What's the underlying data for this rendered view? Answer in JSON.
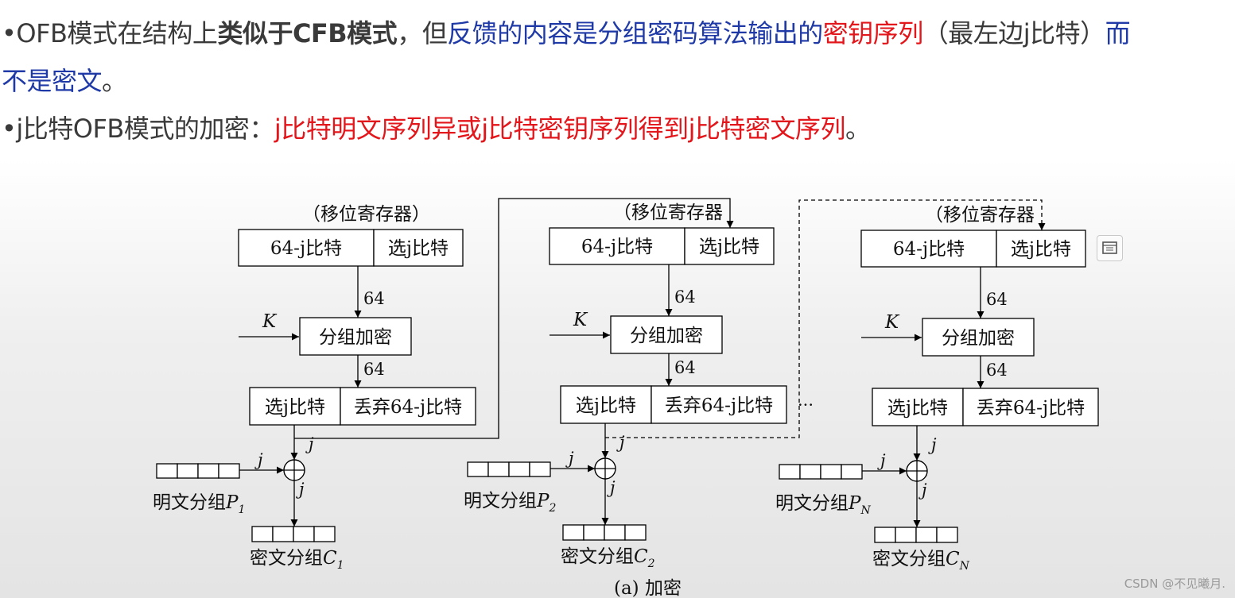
{
  "text": {
    "line1": {
      "p1": "•OFB模式在结构上",
      "p2": "类似于CFB模式",
      "p3": "，但",
      "p4": "反馈的内容是分组密码算法输出的",
      "p5": "密钥序列",
      "p6": "（最左边j比特）",
      "p7": "而"
    },
    "line2": {
      "p1": "不是密文",
      "p2": "。"
    },
    "line3": {
      "p1": "•j比特OFB模式的加密：",
      "p2": "j比特明文序列异或j比特密钥序列得到j比特密文序列",
      "p3": "。"
    }
  },
  "diagram": {
    "register_label_1": "（移位寄存器）",
    "register_label": "（移位寄存器",
    "reg_left": "64-j比特",
    "reg_right": "选j比特",
    "width_64": "64",
    "key": "K",
    "cipher_box": "分组加密",
    "out_left": "选j比特",
    "out_right": "丢弃64-j比特",
    "j": "j",
    "ellipsis": "···",
    "plaintext_prefix": "明文分组",
    "ciphertext_prefix": "密文分组",
    "p_letter": "P",
    "c_letter": "C",
    "subscripts": [
      "1",
      "2",
      "N"
    ],
    "caption": "(a) 加密"
  },
  "watermark": "CSDN @不见曦月."
}
